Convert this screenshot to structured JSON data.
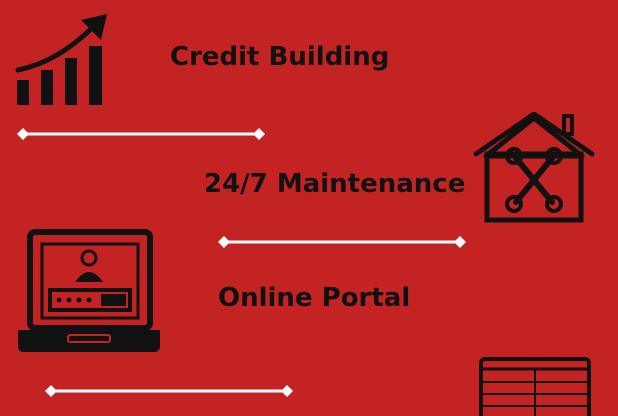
{
  "features": [
    {
      "label": "Credit Building",
      "icon": "growth-chart-icon"
    },
    {
      "label": "24/7 Maintenance",
      "icon": "house-tools-icon"
    },
    {
      "label": "Online Portal",
      "icon": "laptop-login-icon"
    },
    {
      "label": "",
      "icon": "calendar-icon"
    }
  ],
  "colors": {
    "background": "#c42324",
    "text": "#111111",
    "divider": "#ffffff"
  }
}
